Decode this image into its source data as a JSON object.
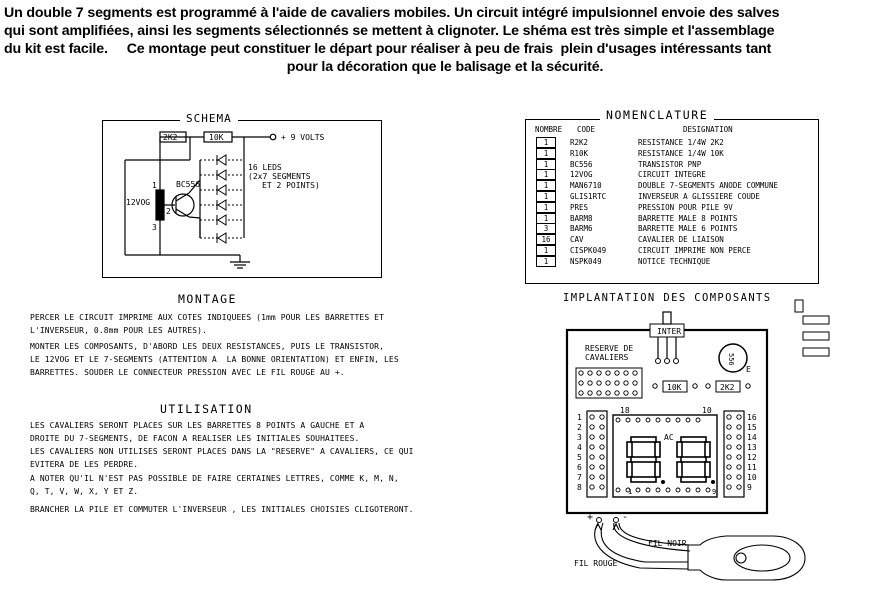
{
  "intro": {
    "line1": "Un double 7 segments est programmé à l'aide de cavaliers mobiles. Un circuit intégré impulsionnel envoie des salves",
    "line2": "qui sont amplifiées, ainsi les segments sélectionnés se mettent à clignoter. Le shéma est très simple et l'assemblage",
    "line3": "du kit est facile.     Ce montage peut constituer le départ pour réaliser à peu de frais  plein d'usages intéressants tant",
    "line4": "pour la décoration que le balisage et la sécurité."
  },
  "schema": {
    "title": "SCHEMA",
    "r1": "2K2",
    "r2": "10K",
    "supply": "+ 9 VOLTS",
    "leds_line1": "16 LEDS",
    "leds_line2": "(2x7 SEGMENTS",
    "leds_line3": "ET 2 POINTS)",
    "transistor": "BC556",
    "ic": "12VOG",
    "pin1": "1",
    "pin2": "2",
    "pin3": "3"
  },
  "nomenclature": {
    "title": "NOMENCLATURE",
    "col_qty": "NOMBRE",
    "col_code": "CODE",
    "col_des": "DESIGNATION",
    "rows": [
      {
        "qty": "1",
        "code": "R2K2",
        "des": "RESISTANCE 1/4W 2K2"
      },
      {
        "qty": "1",
        "code": "R10K",
        "des": "RESISTANCE 1/4W 10K"
      },
      {
        "qty": "1",
        "code": "BC556",
        "des": "TRANSISTOR PNP"
      },
      {
        "qty": "1",
        "code": "12VOG",
        "des": "CIRCUIT INTEGRE"
      },
      {
        "qty": "1",
        "code": "MAN6710",
        "des": "DOUBLE 7-SEGMENTS ANODE COMMUNE"
      },
      {
        "qty": "1",
        "code": "GLIS1RTC",
        "des": "INVERSEUR A GLISSIERE COUDE"
      },
      {
        "qty": "1",
        "code": "PRES",
        "des": "PRESSION POUR PILE 9V"
      },
      {
        "qty": "1",
        "code": "BARM8",
        "des": "BARRETTE MALE 8 POINTS"
      },
      {
        "qty": "3",
        "code": "BARM6",
        "des": "BARRETTE MALE 6 POINTS"
      },
      {
        "qty": "16",
        "code": "CAV",
        "des": "CAVALIER DE LIAISON"
      },
      {
        "qty": "1",
        "code": "CISPK049",
        "des": "CIRCUIT IMPRIME NON PERCE"
      },
      {
        "qty": "1",
        "code": "NSPK049",
        "des": "NOTICE TECHNIQUE"
      }
    ]
  },
  "montage": {
    "title": "MONTAGE",
    "p1_l1": "PERCER LE CIRCUIT IMPRIME AUX COTES INDIQUEES (1mm POUR LES BARRETTES ET",
    "p1_l2": "L'INVERSEUR, 0.8mm POUR LES AUTRES).",
    "p2_l1": "MONTER LES COMPOSANTS, D'ABORD LES DEUX RESISTANCES, PUIS LE TRANSISTOR,",
    "p2_l2": "LE 12VOG ET LE 7-SEGMENTS (ATTENTION A  LA BONNE ORIENTATION) ET ENFIN, LES",
    "p2_l3": "BARRETTES. SOUDER LE CONNECTEUR PRESSION AVEC LE FIL ROUGE AU +."
  },
  "utilisation": {
    "title": "UTILISATION",
    "p1_l1": "LES CAVALIERS SERONT PLACES SUR LES BARRETTES 8 POINTS A GAUCHE ET A",
    "p1_l2": "DROITE DU 7-SEGMENTS, DE FACON A REALISER LES INITIALES SOUHAITEES.",
    "p1_l3": "LES CAVALIERS NON UTILISES SERONT PLACES DANS LA \"RESERVE\" A CAVALIERS, CE QUI",
    "p1_l4": "EVITERA DE LES PERDRE.",
    "p2_l1": "A NOTER QU'IL N'EST PAS POSSIBLE DE FAIRE CERTAINES LETTRES, COMME K, M, N,",
    "p2_l2": "Q, T, V, W, X, Y ET Z.",
    "p3_l1": "BRANCHER LA PILE ET COMMUTER L'INVERSEUR , LES INITIALES CHOISIES CLIGOTERONT."
  },
  "implantation": {
    "title": "IMPLANTATION DES COMPOSANTS",
    "inter": "INTER",
    "reserve_l1": "RESERVE DE",
    "reserve_l2": "CAVALIERS",
    "r10k": "10K",
    "r2k2": "2K2",
    "emitter": "E",
    "label_18": "18",
    "label_10": "10",
    "label_ac": "AC",
    "label_1": "1",
    "label_9": "9",
    "left_pins": [
      "1",
      "2",
      "3",
      "4",
      "5",
      "6",
      "7",
      "8"
    ],
    "right_pins": [
      "16",
      "15",
      "14",
      "13",
      "12",
      "11",
      "10",
      "9"
    ],
    "plus": "+",
    "minus": "-",
    "fil_noir": "FIL NOIR",
    "fil_rouge": "FIL ROUGE"
  }
}
